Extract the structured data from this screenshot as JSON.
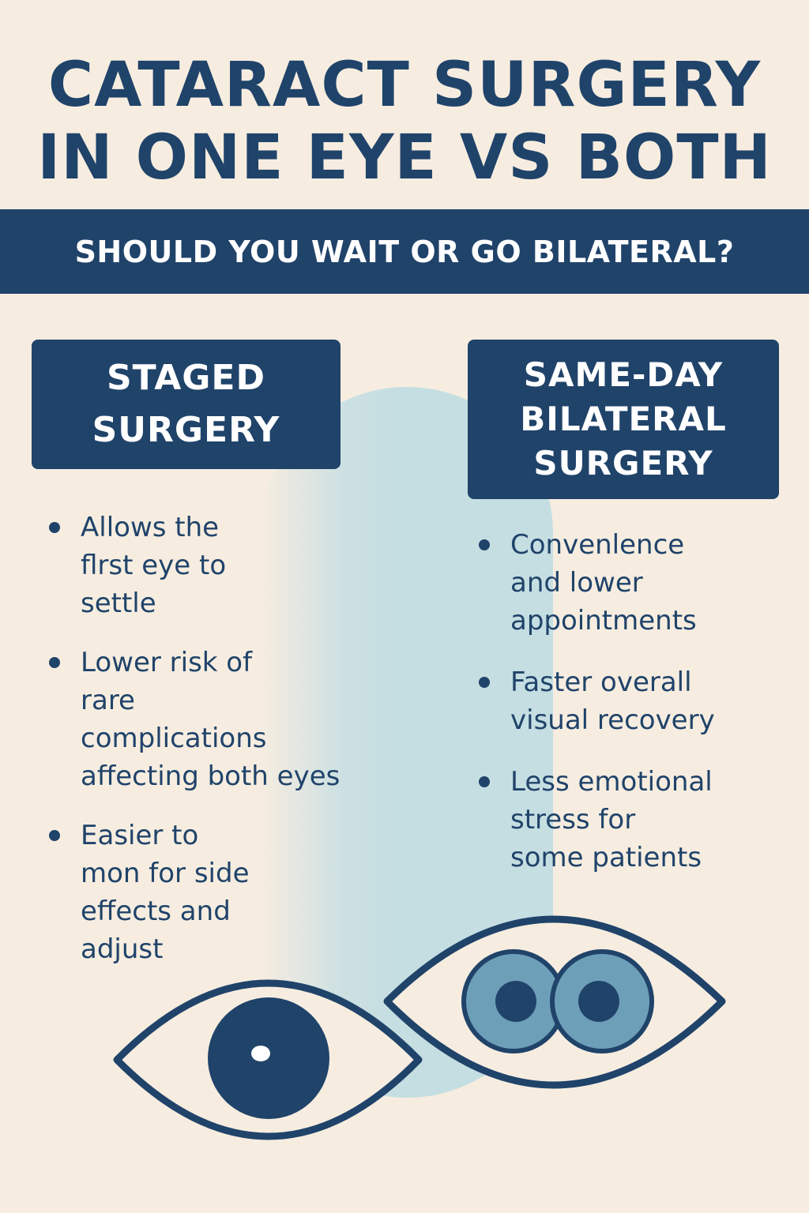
{
  "title": "CATARACT SURGERY IN ONE EYE VS BOTH",
  "subtitle": "SHOULD YOU WAIT OR GO BILATERAL?",
  "staged": {
    "heading": "STAGED\nSURGERY",
    "bullets": [
      "Allows the\nflrst eye to\nsettle",
      "Lower risk of\nrare\ncomplications\naffecting both eyes",
      "Easier to\nmon for side\neffects and\nadjust"
    ]
  },
  "bilateral": {
    "heading": "SAME-DAY\nBILATERAL\nSURGERY",
    "bullets": [
      "Convenlence\nand lower\nappointments",
      "Faster overall\nvisual recovery",
      "Less emotional\nstress for\nsome patients"
    ]
  },
  "colors": {
    "navy": "#20436a",
    "background": "#f6ede0",
    "light_blue": "#c5dee2",
    "iris_blue": "#6e9fb8"
  },
  "icons": [
    "single-eye-icon",
    "double-iris-eye-icon"
  ]
}
